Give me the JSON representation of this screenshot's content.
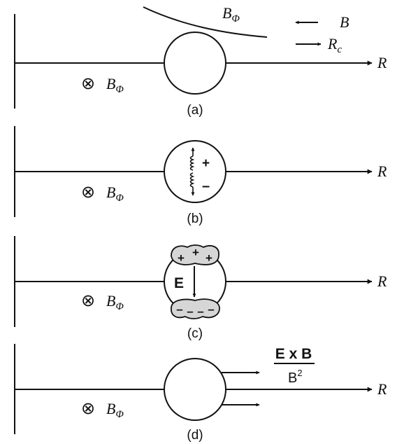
{
  "panels": [
    {
      "label": "(a)",
      "field_symbol": "⊗",
      "field_label": "B",
      "field_sub": "Φ",
      "axis_label": "R",
      "curve_label": "B",
      "curve_sub": "Φ",
      "legend_b": "B",
      "legend_rc": "R",
      "legend_rc_sub": "c"
    },
    {
      "label": "(b)",
      "field_symbol": "⊗",
      "field_label": "B",
      "field_sub": "Φ",
      "axis_label": "R",
      "plus": "+",
      "minus": "–"
    },
    {
      "label": "(c)",
      "field_symbol": "⊗",
      "field_label": "B",
      "field_sub": "Φ",
      "axis_label": "R",
      "e_label": "E",
      "top_charges": [
        "+",
        "+",
        "+"
      ],
      "bottom_charges": [
        "–",
        "–",
        "–",
        "–"
      ]
    },
    {
      "label": "(d)",
      "field_symbol": "⊗",
      "field_label": "B",
      "field_sub": "Φ",
      "axis_label": "R",
      "drift_num": "E x B",
      "drift_den": "B",
      "drift_den_sup": "2"
    }
  ]
}
